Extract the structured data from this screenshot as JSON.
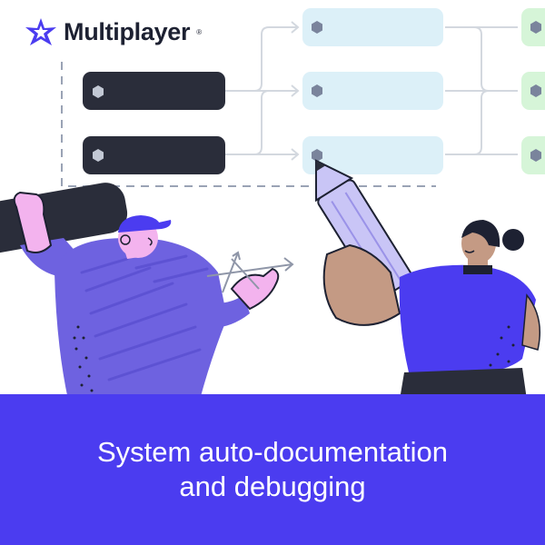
{
  "brand": {
    "name": "Multiplayer",
    "registered_mark": "®",
    "logo_icon": "star-logo-icon",
    "colors": {
      "primary": "#4b3cf0",
      "dark": "#2a2d3a",
      "light_blue": "#dcf0f8",
      "light_green": "#d6f5d8"
    }
  },
  "banner": {
    "line1": "System auto-documentation",
    "line2": "and debugging"
  }
}
